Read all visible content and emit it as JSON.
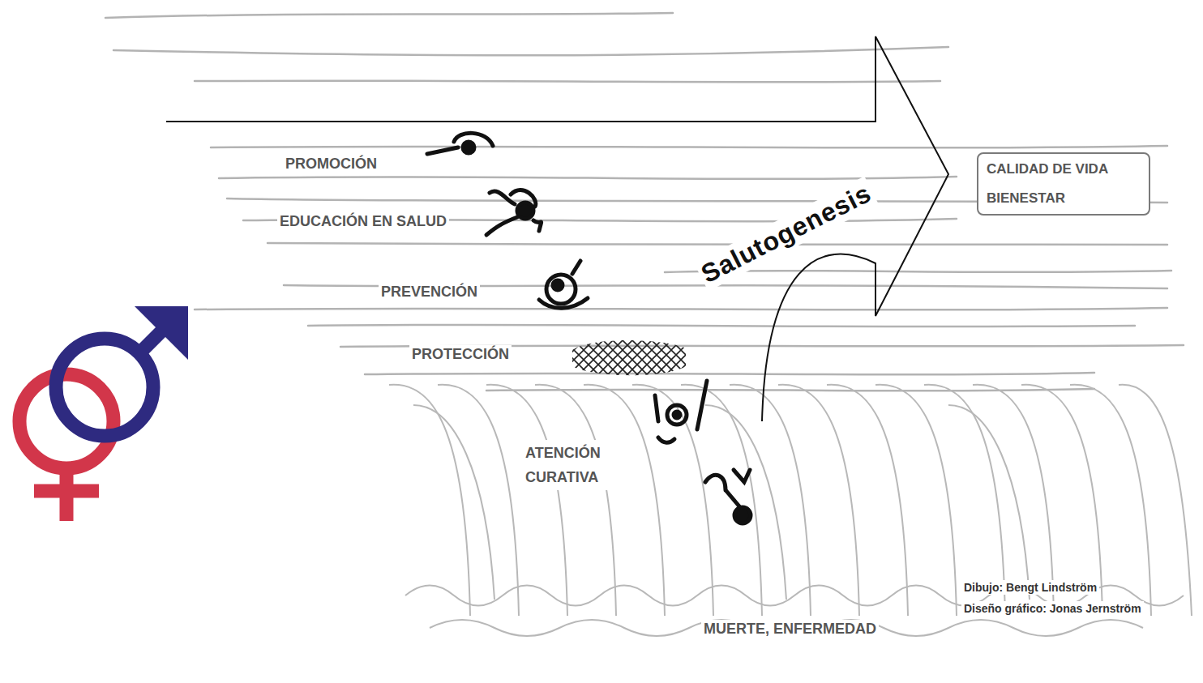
{
  "diagram": {
    "nodes": [
      {
        "text": [
          "CALIDAD DE VIDA BIENESTAR"
        ]
      }
    ],
    "labels": [
      "PROMOCIÓN",
      "EDUCACIÓN EN SALUD",
      "PREVENCIÓN",
      "PROTECCIÓN",
      "ATENCIÓN CURATIVA",
      "Salutogenesis",
      "MUERTE, ENFERMEDAD",
      "Dibujo: Bengt Lindström",
      "Diseño gráfico: Jonas Jernström"
    ]
  }
}
